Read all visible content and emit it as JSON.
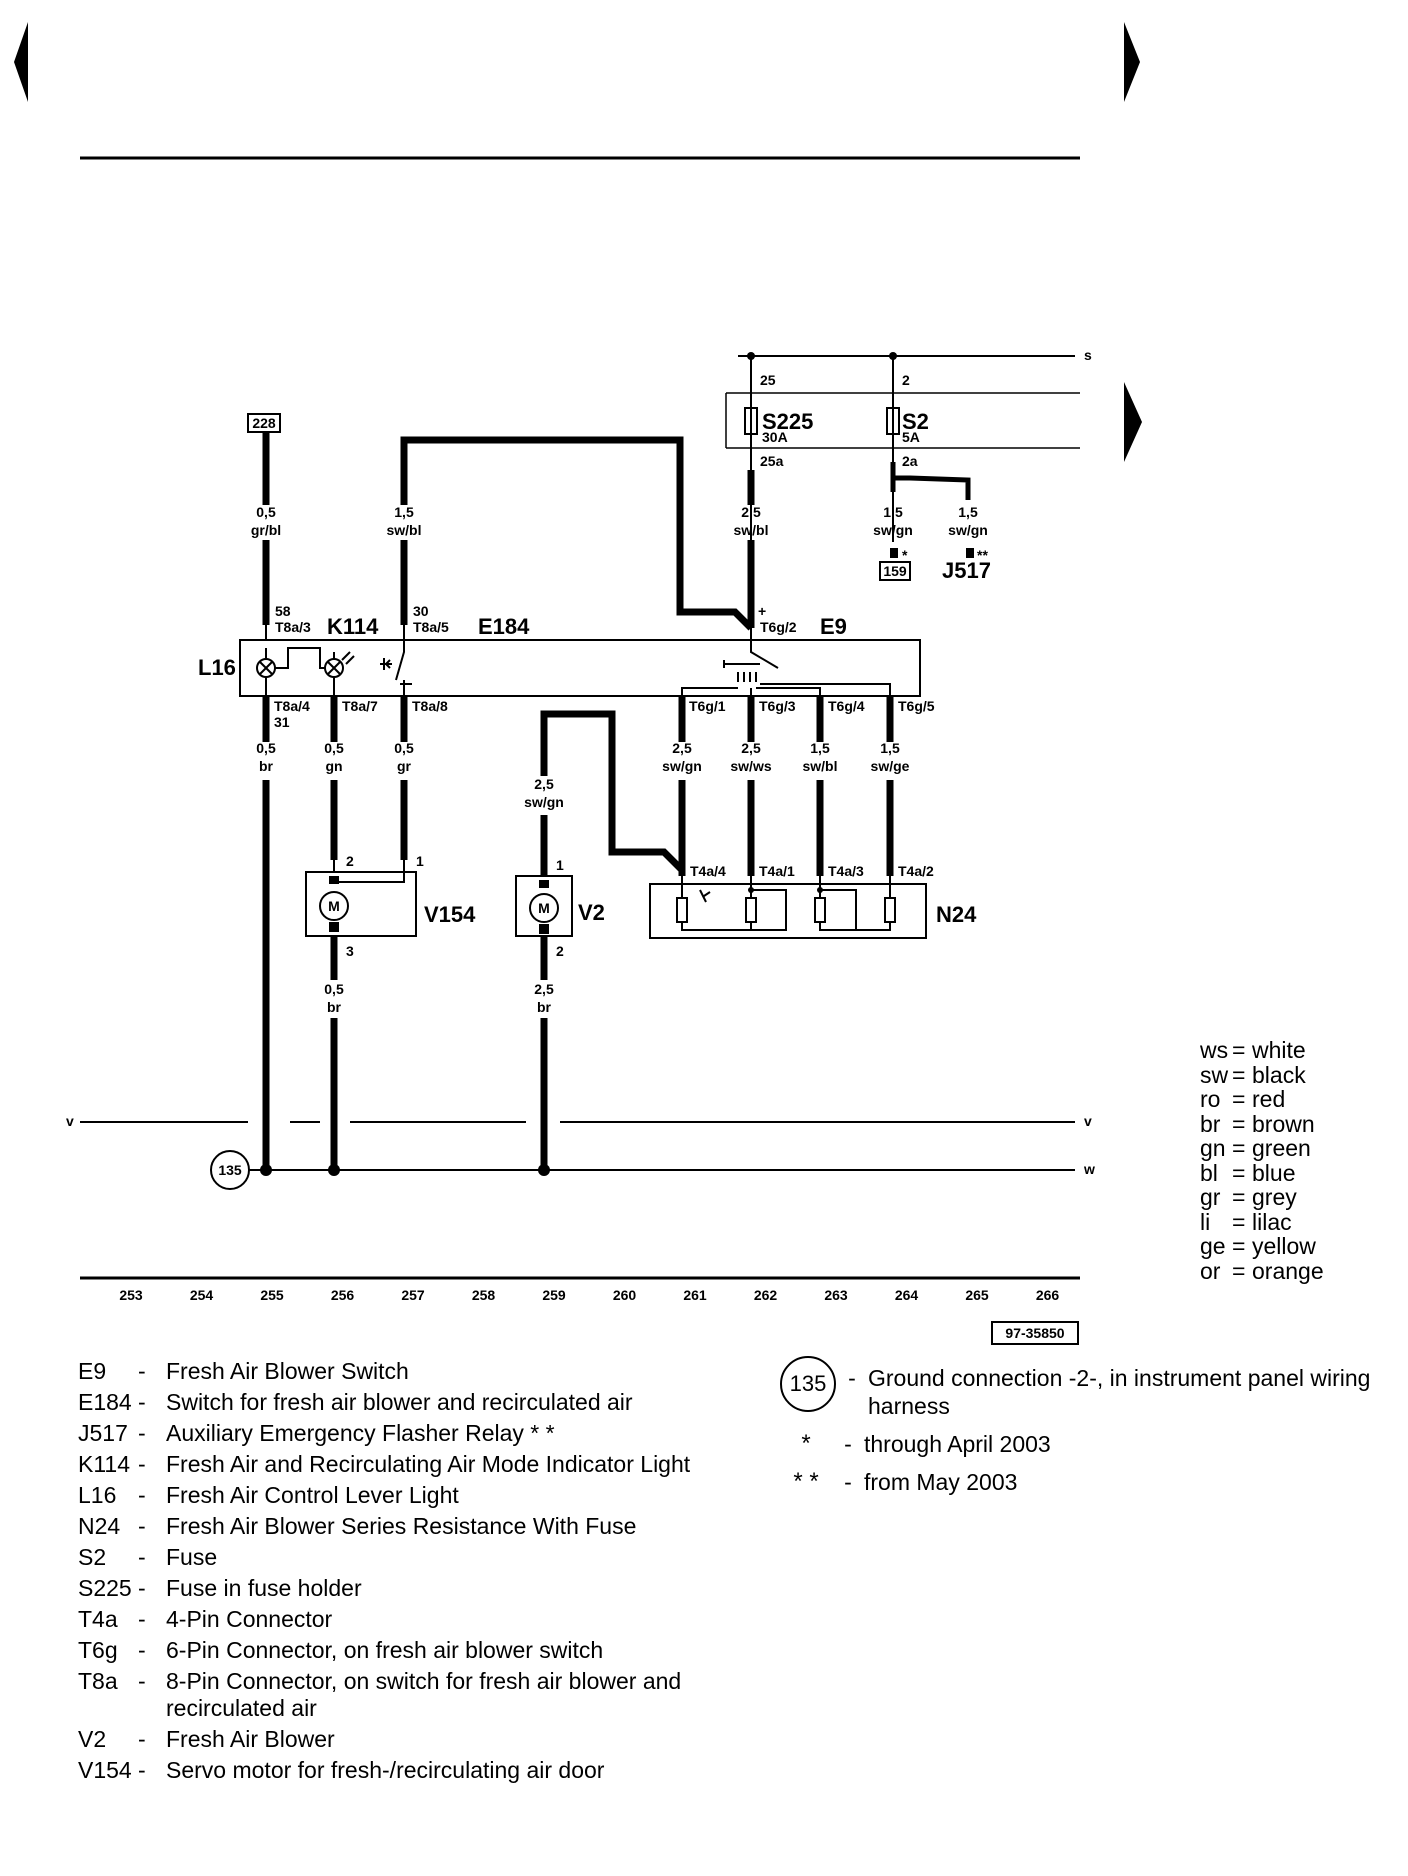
{
  "components": {
    "e9": "E9",
    "e184": "E184",
    "k114": "K114",
    "l16": "L16",
    "n24": "N24",
    "v154": "V154",
    "v2": "V2",
    "s225": "S225",
    "s2": "S2",
    "j517": "J517"
  },
  "fuses": {
    "s225_rating": "30A",
    "s2_rating": "5A"
  },
  "refs": {
    "ref228": "228",
    "ref159": "159",
    "ground": "135",
    "figure_id": "97-35850"
  },
  "bus_labels": {
    "s": "s",
    "v": "v",
    "w": "w"
  },
  "markers": {
    "single": "*",
    "double": "**"
  },
  "pins": {
    "p25": "25",
    "p25a": "25a",
    "p2": "2",
    "p2a": "2a",
    "t8a3": "T8a/3",
    "t8a5": "T8a/5",
    "t6g2": "T6g/2",
    "t8a4": "T8a/4",
    "t8a7": "T8a/7",
    "t8a8": "T8a/8",
    "t6g1": "T6g/1",
    "t6g3": "T6g/3",
    "t6g4": "T6g/4",
    "t6g5": "T6g/5",
    "t4a4": "T4a/4",
    "t4a1": "T4a/1",
    "t4a3": "T4a/3",
    "t4a2": "T4a/2",
    "n58": "58",
    "n30": "30",
    "n31": "31",
    "plus": "+",
    "v154_2": "2",
    "v154_1": "1",
    "v154_3": "3",
    "v2_1": "1",
    "v2_2": "2",
    "motor": "M"
  },
  "wires": {
    "w255_top": [
      "0,5",
      "gr/bl"
    ],
    "w257_top": [
      "1,5",
      "sw/bl"
    ],
    "w262_top": [
      "2,5",
      "sw/bl"
    ],
    "w264_top": [
      "1,5",
      "sw/gn"
    ],
    "w265_top": [
      "1,5",
      "sw/gn"
    ],
    "w255_mid": [
      "0,5",
      "br"
    ],
    "w256_mid": [
      "0,5",
      "gn"
    ],
    "w257_mid": [
      "0,5",
      "gr"
    ],
    "w259_mid": [
      "2,5",
      "sw/gn"
    ],
    "w261_mid": [
      "2,5",
      "sw/gn"
    ],
    "w262_mid": [
      "2,5",
      "sw/ws"
    ],
    "w263_mid": [
      "1,5",
      "sw/bl"
    ],
    "w264_mid": [
      "1,5",
      "sw/ge"
    ],
    "w256_bot": [
      "0,5",
      "br"
    ],
    "w259_bot": [
      "2,5",
      "br"
    ]
  },
  "ruler": [
    "253",
    "254",
    "255",
    "256",
    "257",
    "258",
    "259",
    "260",
    "261",
    "262",
    "263",
    "264",
    "265",
    "266"
  ],
  "wire_colors": [
    {
      "code": "ws",
      "name": "white"
    },
    {
      "code": "sw",
      "name": "black"
    },
    {
      "code": "ro",
      "name": "red"
    },
    {
      "code": "br",
      "name": "brown"
    },
    {
      "code": "gn",
      "name": "green"
    },
    {
      "code": "bl",
      "name": "blue"
    },
    {
      "code": "gr",
      "name": "grey"
    },
    {
      "code": "li",
      "name": "lilac"
    },
    {
      "code": "ge",
      "name": "yellow"
    },
    {
      "code": "or",
      "name": "orange"
    }
  ],
  "legend": [
    {
      "code": "E9",
      "text": "Fresh Air Blower Switch"
    },
    {
      "code": "E184",
      "text": "Switch for fresh air blower and recirculated air"
    },
    {
      "code": "J517",
      "text": "Auxiliary Emergency Flasher Relay * *"
    },
    {
      "code": "K114",
      "text": "Fresh Air and Recirculating Air Mode Indicator Light"
    },
    {
      "code": "L16",
      "text": "Fresh Air Control Lever Light"
    },
    {
      "code": "N24",
      "text": "Fresh Air Blower Series Resistance With Fuse"
    },
    {
      "code": "S2",
      "text": "Fuse"
    },
    {
      "code": "S225",
      "text": "Fuse in fuse holder"
    },
    {
      "code": "T4a",
      "text": "4-Pin Connector"
    },
    {
      "code": "T6g",
      "text": "6-Pin Connector, on fresh air blower switch"
    },
    {
      "code": "T8a",
      "text": "8-Pin Connector, on switch for fresh air blower and recirculated air"
    },
    {
      "code": "V2",
      "text": "Fresh Air Blower"
    },
    {
      "code": "V154",
      "text": "Servo motor for fresh-/recirculating air door"
    }
  ],
  "notes": [
    {
      "symbol": "135",
      "text": "Ground connection -2-, in instrument panel wiring harness"
    },
    {
      "symbol": "*",
      "text": "through April 2003"
    },
    {
      "symbol": "* *",
      "text": "from May 2003"
    }
  ],
  "separator": "-"
}
